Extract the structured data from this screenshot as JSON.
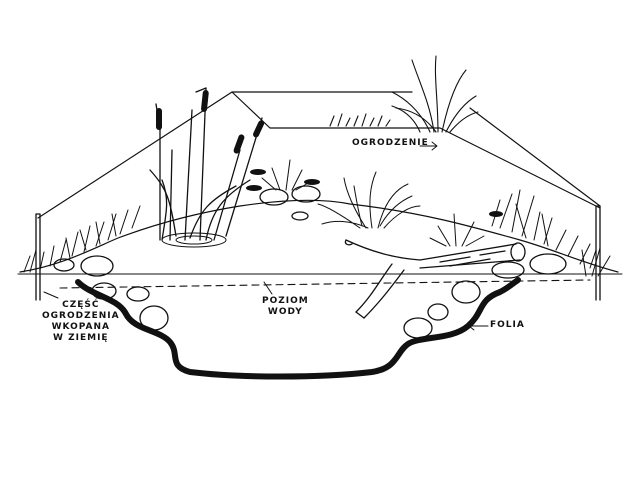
{
  "labels": {
    "fence": "OGRODZENIE",
    "water_level_line1": "POZIOM",
    "water_level_line2": "WODY",
    "liner": "FOLIA",
    "buried_line1": "CZĘŚĆ",
    "buried_line2": "OGRODZENIA",
    "buried_line3": "WKOPANA",
    "buried_line4": "W ZIEMIĘ"
  },
  "colors": {
    "ink": "#111111",
    "background": "#ffffff"
  }
}
